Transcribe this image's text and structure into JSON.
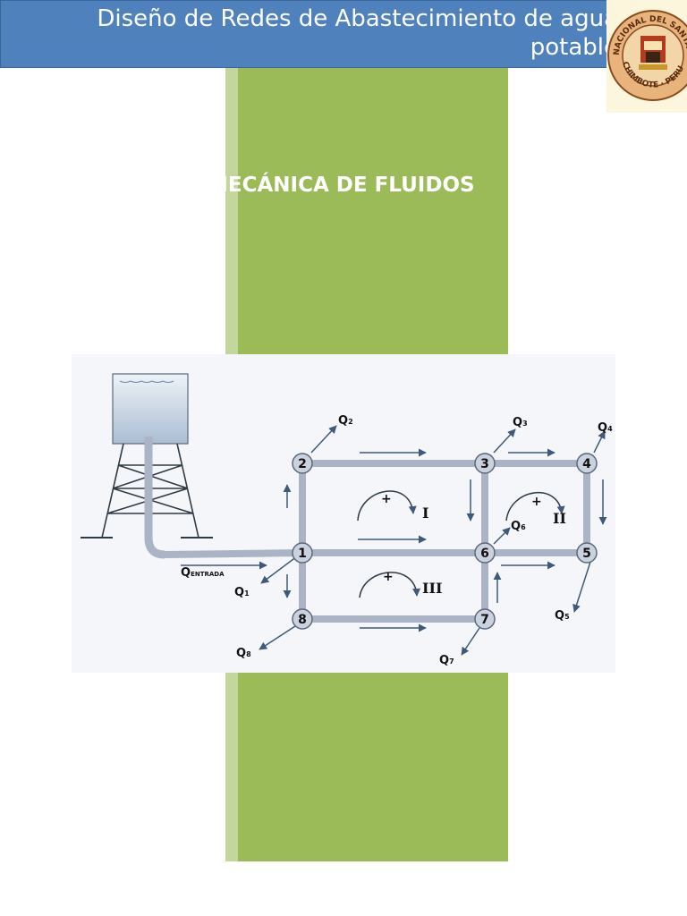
{
  "header": {
    "title": "Diseño de Redes de Abastecimiento de agua potable"
  },
  "seal": {
    "top_text": "NACIONAL DEL SANTA",
    "bottom_text": "CHIMBOTE · PERU"
  },
  "cover": {
    "title": "MECÁNICA DE FLUIDOS"
  },
  "diagram": {
    "nodes": [
      {
        "id": "1",
        "label": "1"
      },
      {
        "id": "2",
        "label": "2"
      },
      {
        "id": "3",
        "label": "3"
      },
      {
        "id": "4",
        "label": "4"
      },
      {
        "id": "5",
        "label": "5"
      },
      {
        "id": "6",
        "label": "6"
      },
      {
        "id": "7",
        "label": "7"
      },
      {
        "id": "8",
        "label": "8"
      }
    ],
    "flows": {
      "q_entrada": "Q",
      "q_entrada_sub": "ENTRADA",
      "q1": "Q",
      "q1_sub": "1",
      "q2": "Q",
      "q2_sub": "2",
      "q3": "Q",
      "q3_sub": "3",
      "q4": "Q",
      "q4_sub": "4",
      "q5": "Q",
      "q5_sub": "5",
      "q6": "Q",
      "q6_sub": "6",
      "q7": "Q",
      "q7_sub": "7",
      "q8": "Q",
      "q8_sub": "8"
    },
    "loops": [
      {
        "sign": "+",
        "label": "I"
      },
      {
        "sign": "+",
        "label": "II"
      },
      {
        "sign": "+",
        "label": "III"
      }
    ]
  },
  "colors": {
    "header_bg": "#4f81bd",
    "block_green": "#9bbb59",
    "block_strip": "#c3d69b",
    "pipe": "#aab4c4",
    "arrow": "#3e5a78"
  }
}
